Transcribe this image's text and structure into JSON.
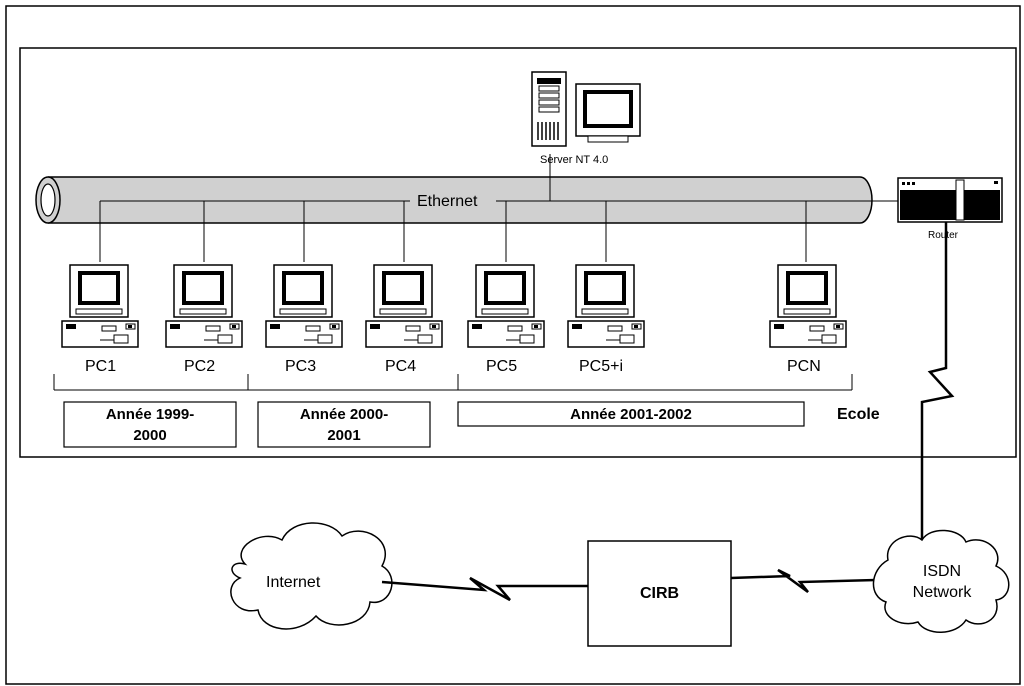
{
  "diagram": {
    "zone_label": "Ecole",
    "backbone_label": "Ethernet",
    "server_label": "Server NT 4.0",
    "router_label": "Router",
    "pcs": [
      "PC1",
      "PC2",
      "PC3",
      "PC4",
      "PC5",
      "PC5+i",
      "PCN"
    ],
    "year_groups": [
      {
        "line1": "Année 1999-",
        "line2": "2000"
      },
      {
        "line1": "Année 2000-",
        "line2": "2001"
      },
      {
        "line1": "Année 2001-2002",
        "line2": ""
      }
    ],
    "internet_label": "Internet",
    "cirb_label": "CIRB",
    "isdn_label_1": "ISDN",
    "isdn_label_2": "Network"
  }
}
